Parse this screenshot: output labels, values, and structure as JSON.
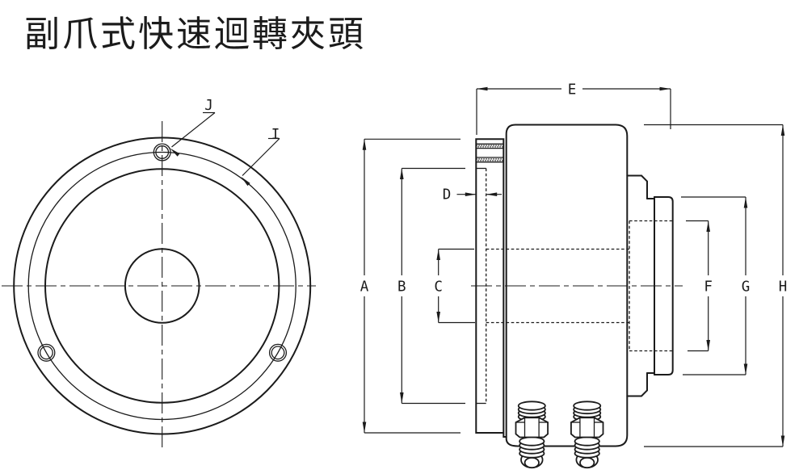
{
  "title": "副爪式快速迴轉夾頭",
  "drawing": {
    "front_view": {
      "label_j": "J",
      "label_i": "I"
    },
    "side_view": {
      "label_a": "A",
      "label_b": "B",
      "label_c": "C",
      "label_d": "D",
      "label_e": "E",
      "label_f": "F",
      "label_g": "G",
      "label_h": "H"
    }
  },
  "colors": {
    "line": "#1b1b1b",
    "background": "#ffffff"
  }
}
